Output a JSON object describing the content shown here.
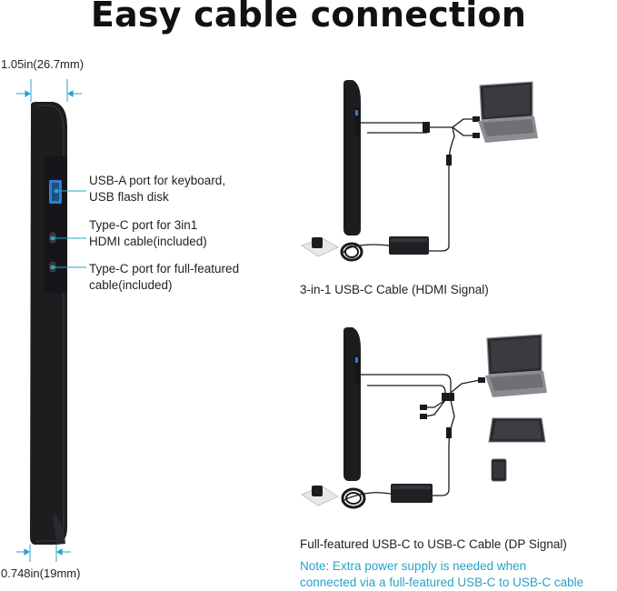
{
  "title": "Easy cable connection",
  "dimensions": {
    "top": "1.05in(26.7mm)",
    "bottom": "0.748in(19mm)"
  },
  "ports": [
    {
      "line1": "USB-A port for keyboard,",
      "line2": "USB flash disk"
    },
    {
      "line1": "Type-C port for 3in1",
      "line2": "HDMI cable(included)"
    },
    {
      "line1": "Type-C port for full-featured",
      "line2": "cable(included)"
    }
  ],
  "captions": {
    "hdmi": "3-in-1 USB-C Cable (HDMI Signal)",
    "dp": "Full-featured USB-C to USB-C Cable (DP Signal)"
  },
  "note": {
    "line1": "Note: Extra power supply is needed when",
    "line2": "connected via a full-featured USB-C to USB-C cable"
  },
  "colors": {
    "accent": "#2aa1c8",
    "device": "#1f1f22",
    "port_usb": "#2f7fd0"
  }
}
